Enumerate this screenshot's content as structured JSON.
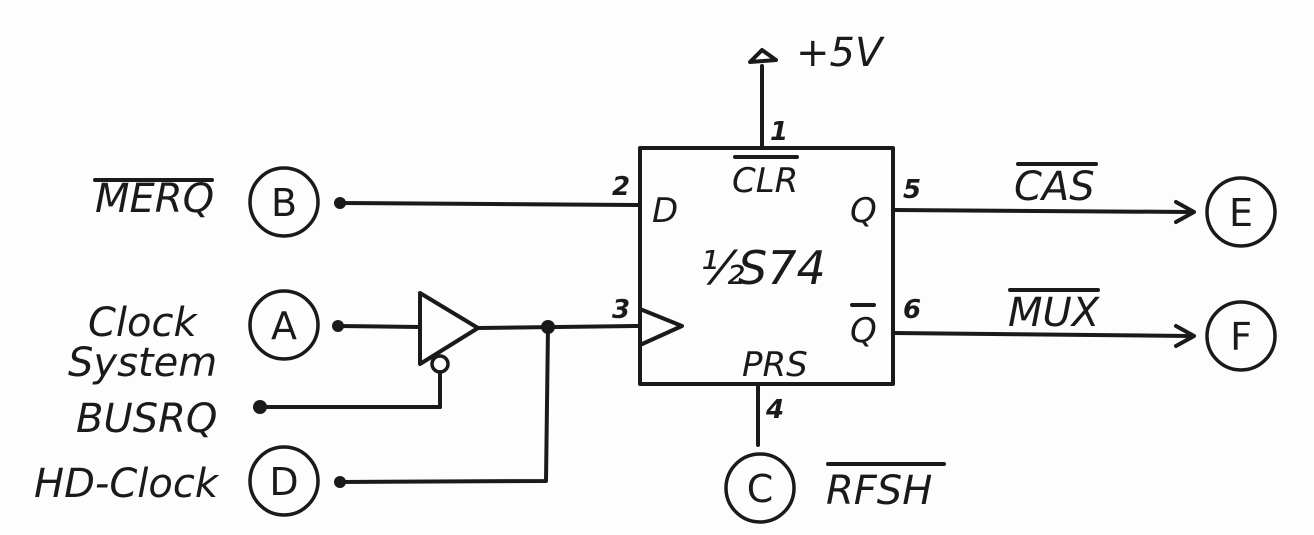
{
  "diagram": {
    "type": "schematic",
    "component": {
      "name": "1/2 S74",
      "name_fraction": "½",
      "name_part": "S74",
      "pins_inside": {
        "clr": "CLR",
        "d": "D",
        "clk": ">",
        "q": "Q",
        "qbar": "Q",
        "prs": "PRS"
      },
      "pin_numbers": {
        "clr": "1",
        "d": "2",
        "clk": "3",
        "prs": "4",
        "q": "5",
        "qbar": "6"
      }
    },
    "supply": {
      "label": "+5V"
    },
    "inputs": [
      {
        "node": "B",
        "signal": "MERQ",
        "overbar": true
      },
      {
        "node": "A",
        "signal_line1": "Clock",
        "signal_line2": "System"
      },
      {
        "node": "",
        "signal": "BUSRQ"
      },
      {
        "node": "D",
        "signal": "HD-Clock"
      }
    ],
    "outputs": [
      {
        "node": "E",
        "signal": "CAS",
        "overbar": true
      },
      {
        "node": "F",
        "signal": "MUX",
        "overbar": true
      }
    ],
    "bottom": {
      "node": "C",
      "signal": "RFSH",
      "overbar": true
    },
    "gate": {
      "type": "buffer with inverted enable"
    }
  },
  "colors": {
    "ink": "#1a1a1a",
    "paper": "#fdfdfd"
  }
}
